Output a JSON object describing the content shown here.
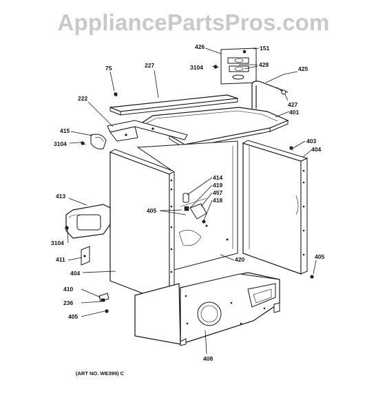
{
  "watermark": "AppliancePartsPros.com",
  "labels": {
    "l426": "426",
    "l151": "151",
    "l3104a": "3104",
    "l428": "428",
    "l425": "425",
    "l427": "427",
    "l401": "401",
    "l75": "75",
    "l227": "227",
    "l222": "222",
    "l415": "415",
    "l3104b": "3104",
    "l403": "403",
    "l404a": "404",
    "l414": "414",
    "l419": "419",
    "l457": "457",
    "l418": "418",
    "l405a": "405",
    "l413": "413",
    "l3104c": "3104",
    "l411": "411",
    "l404b": "404",
    "l420": "420",
    "l405b": "405",
    "l410": "410",
    "l236": "236",
    "l405c": "405",
    "l408": "408"
  },
  "art_number": "(ART NO. WE399) C"
}
